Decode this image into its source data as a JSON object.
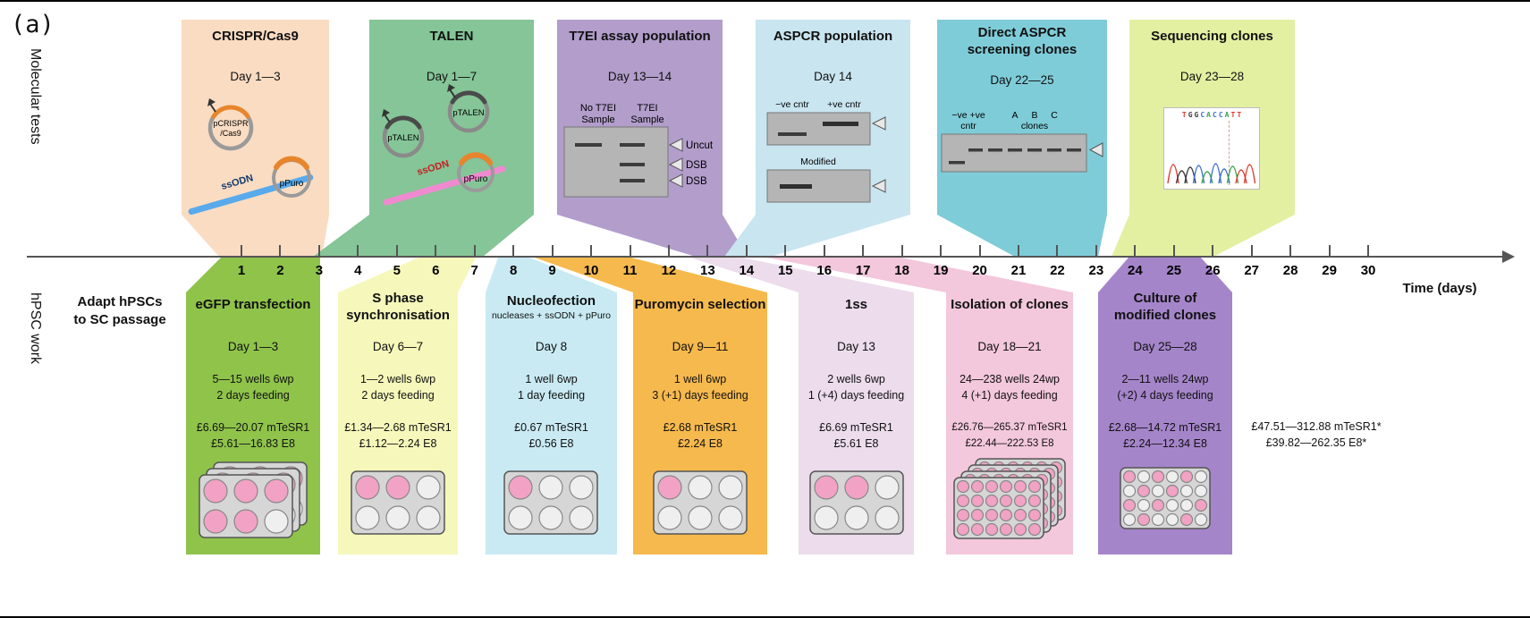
{
  "figure_label": "(a)",
  "row_labels": {
    "top": "Molecular tests",
    "bottom": "hPSC work"
  },
  "adapt_note": {
    "line1": "Adapt hPSCs",
    "line2": "to SC passage"
  },
  "timeline": {
    "days": [
      "1",
      "2",
      "3",
      "4",
      "5",
      "6",
      "7",
      "8",
      "9",
      "10",
      "11",
      "12",
      "13",
      "14",
      "15",
      "16",
      "17",
      "18",
      "19",
      "20",
      "21",
      "22",
      "23",
      "24",
      "25",
      "26",
      "27",
      "28",
      "29",
      "30"
    ],
    "axis_label": "Time (days)"
  },
  "top_panels": [
    {
      "title": "CRISPR/Cas9",
      "days": "Day 1—3",
      "plasmid1_line1": "pCRISPR",
      "plasmid1_line2": "/Cas9",
      "ssodn_label": "ssODN",
      "ppuro_label": "pPuro"
    },
    {
      "title": "TALEN",
      "days": "Day 1—7",
      "ptalen1_label": "pTALEN",
      "ptalen2_label": "pTALEN",
      "ssodn_label": "ssODN",
      "ppuro_label": "pPuro"
    },
    {
      "title": "T7EI assay population",
      "days": "Day 13—14",
      "col1": "No T7EI",
      "col2": "T7EI",
      "sample1": "Sample",
      "sample2": "Sample",
      "bands": [
        "Uncut",
        "DSB",
        "DSB"
      ]
    },
    {
      "title": "ASPCR population",
      "days": "Day 14",
      "neg": "−ve cntr",
      "pos": "+ve cntr",
      "modified": "Modified"
    },
    {
      "title_line1": "Direct ASPCR",
      "title_line2": "screening clones",
      "days": "Day 22—25",
      "neg_pos": "−ve +ve",
      "cntr": "cntr",
      "lane_a": "A",
      "lane_b": "B",
      "lane_c": "C",
      "clones": "clones"
    },
    {
      "title": "Sequencing clones",
      "days": "Day 23—28",
      "sequence": "TGGCACCATT"
    }
  ],
  "bottom_panels": [
    {
      "title": "eGFP transfection",
      "days": "Day 1—3",
      "wells": "5—15 wells 6wp",
      "feeding": "2 days feeding",
      "cost_mtesr": "£6.69—20.07 mTeSR1",
      "cost_e8": "£5.61—16.83 E8"
    },
    {
      "title_line1": "S phase",
      "title_line2": "synchronisation",
      "days": "Day 6—7",
      "wells": "1—2 wells 6wp",
      "feeding": "2 days feeding",
      "cost_mtesr": "£1.34—2.68 mTeSR1",
      "cost_e8": "£1.12—2.24 E8"
    },
    {
      "title": "Nucleofection",
      "subtitle": "nucleases + ssODN + pPuro",
      "days": "Day 8",
      "wells": "1 well 6wp",
      "feeding": "1 day feeding",
      "cost_mtesr": "£0.67 mTeSR1",
      "cost_e8": "£0.56 E8"
    },
    {
      "title": "Puromycin selection",
      "days": "Day 9—11",
      "wells": "1 well 6wp",
      "feeding": "3 (+1) days feeding",
      "cost_mtesr": "£2.68 mTeSR1",
      "cost_e8": "£2.24 E8"
    },
    {
      "title": "1ss",
      "days": "Day 13",
      "wells": "2 wells 6wp",
      "feeding": "1 (+4) days feeding",
      "cost_mtesr": "£6.69 mTeSR1",
      "cost_e8": "£5.61 E8"
    },
    {
      "title": "Isolation of clones",
      "days": "Day 18—21",
      "wells": "24—238 wells 24wp",
      "feeding": "4 (+1) days feeding",
      "cost_mtesr": "£26.76—265.37 mTeSR1",
      "cost_e8": "£22.44—222.53 E8"
    },
    {
      "title_line1": "Culture of",
      "title_line2": "modified clones",
      "days": "Day 25—28",
      "wells": "2—11 wells 24wp",
      "feeding": "(+2) 4 days feeding",
      "cost_mtesr": "£2.68—14.72 mTeSR1",
      "cost_e8": "£2.24—12.34 E8"
    }
  ],
  "totals": {
    "line1": "£47.51—312.88 mTeSR1*",
    "line2": "£39.82—262.35 E8*"
  },
  "colors": {
    "crispr": "#fadcc3",
    "talen": "#85c598",
    "t7ei": "#b29dcb",
    "aspcr": "#c9e5f0",
    "direct_aspcr": "#7fccd9",
    "sequencing": "#e3f0a2",
    "egfp": "#8fc34a",
    "s_phase": "#f6f8bb",
    "nucleofection": "#c9eaf3",
    "puromycin": "#f6b94d",
    "one_ss": "#ecdcec",
    "isolation": "#f3c7dc",
    "culture": "#a585ca",
    "ssodn_crispr": "#58aaec",
    "ssodn_talen": "#f08ad0",
    "ppuro_arc": "#e8852c",
    "pink_well": "#f2a2c4"
  },
  "chromatogram_colors": {
    "A": "#3aa64a",
    "C": "#3b6fd4",
    "G": "#3a3a3a",
    "T": "#e03c31"
  }
}
